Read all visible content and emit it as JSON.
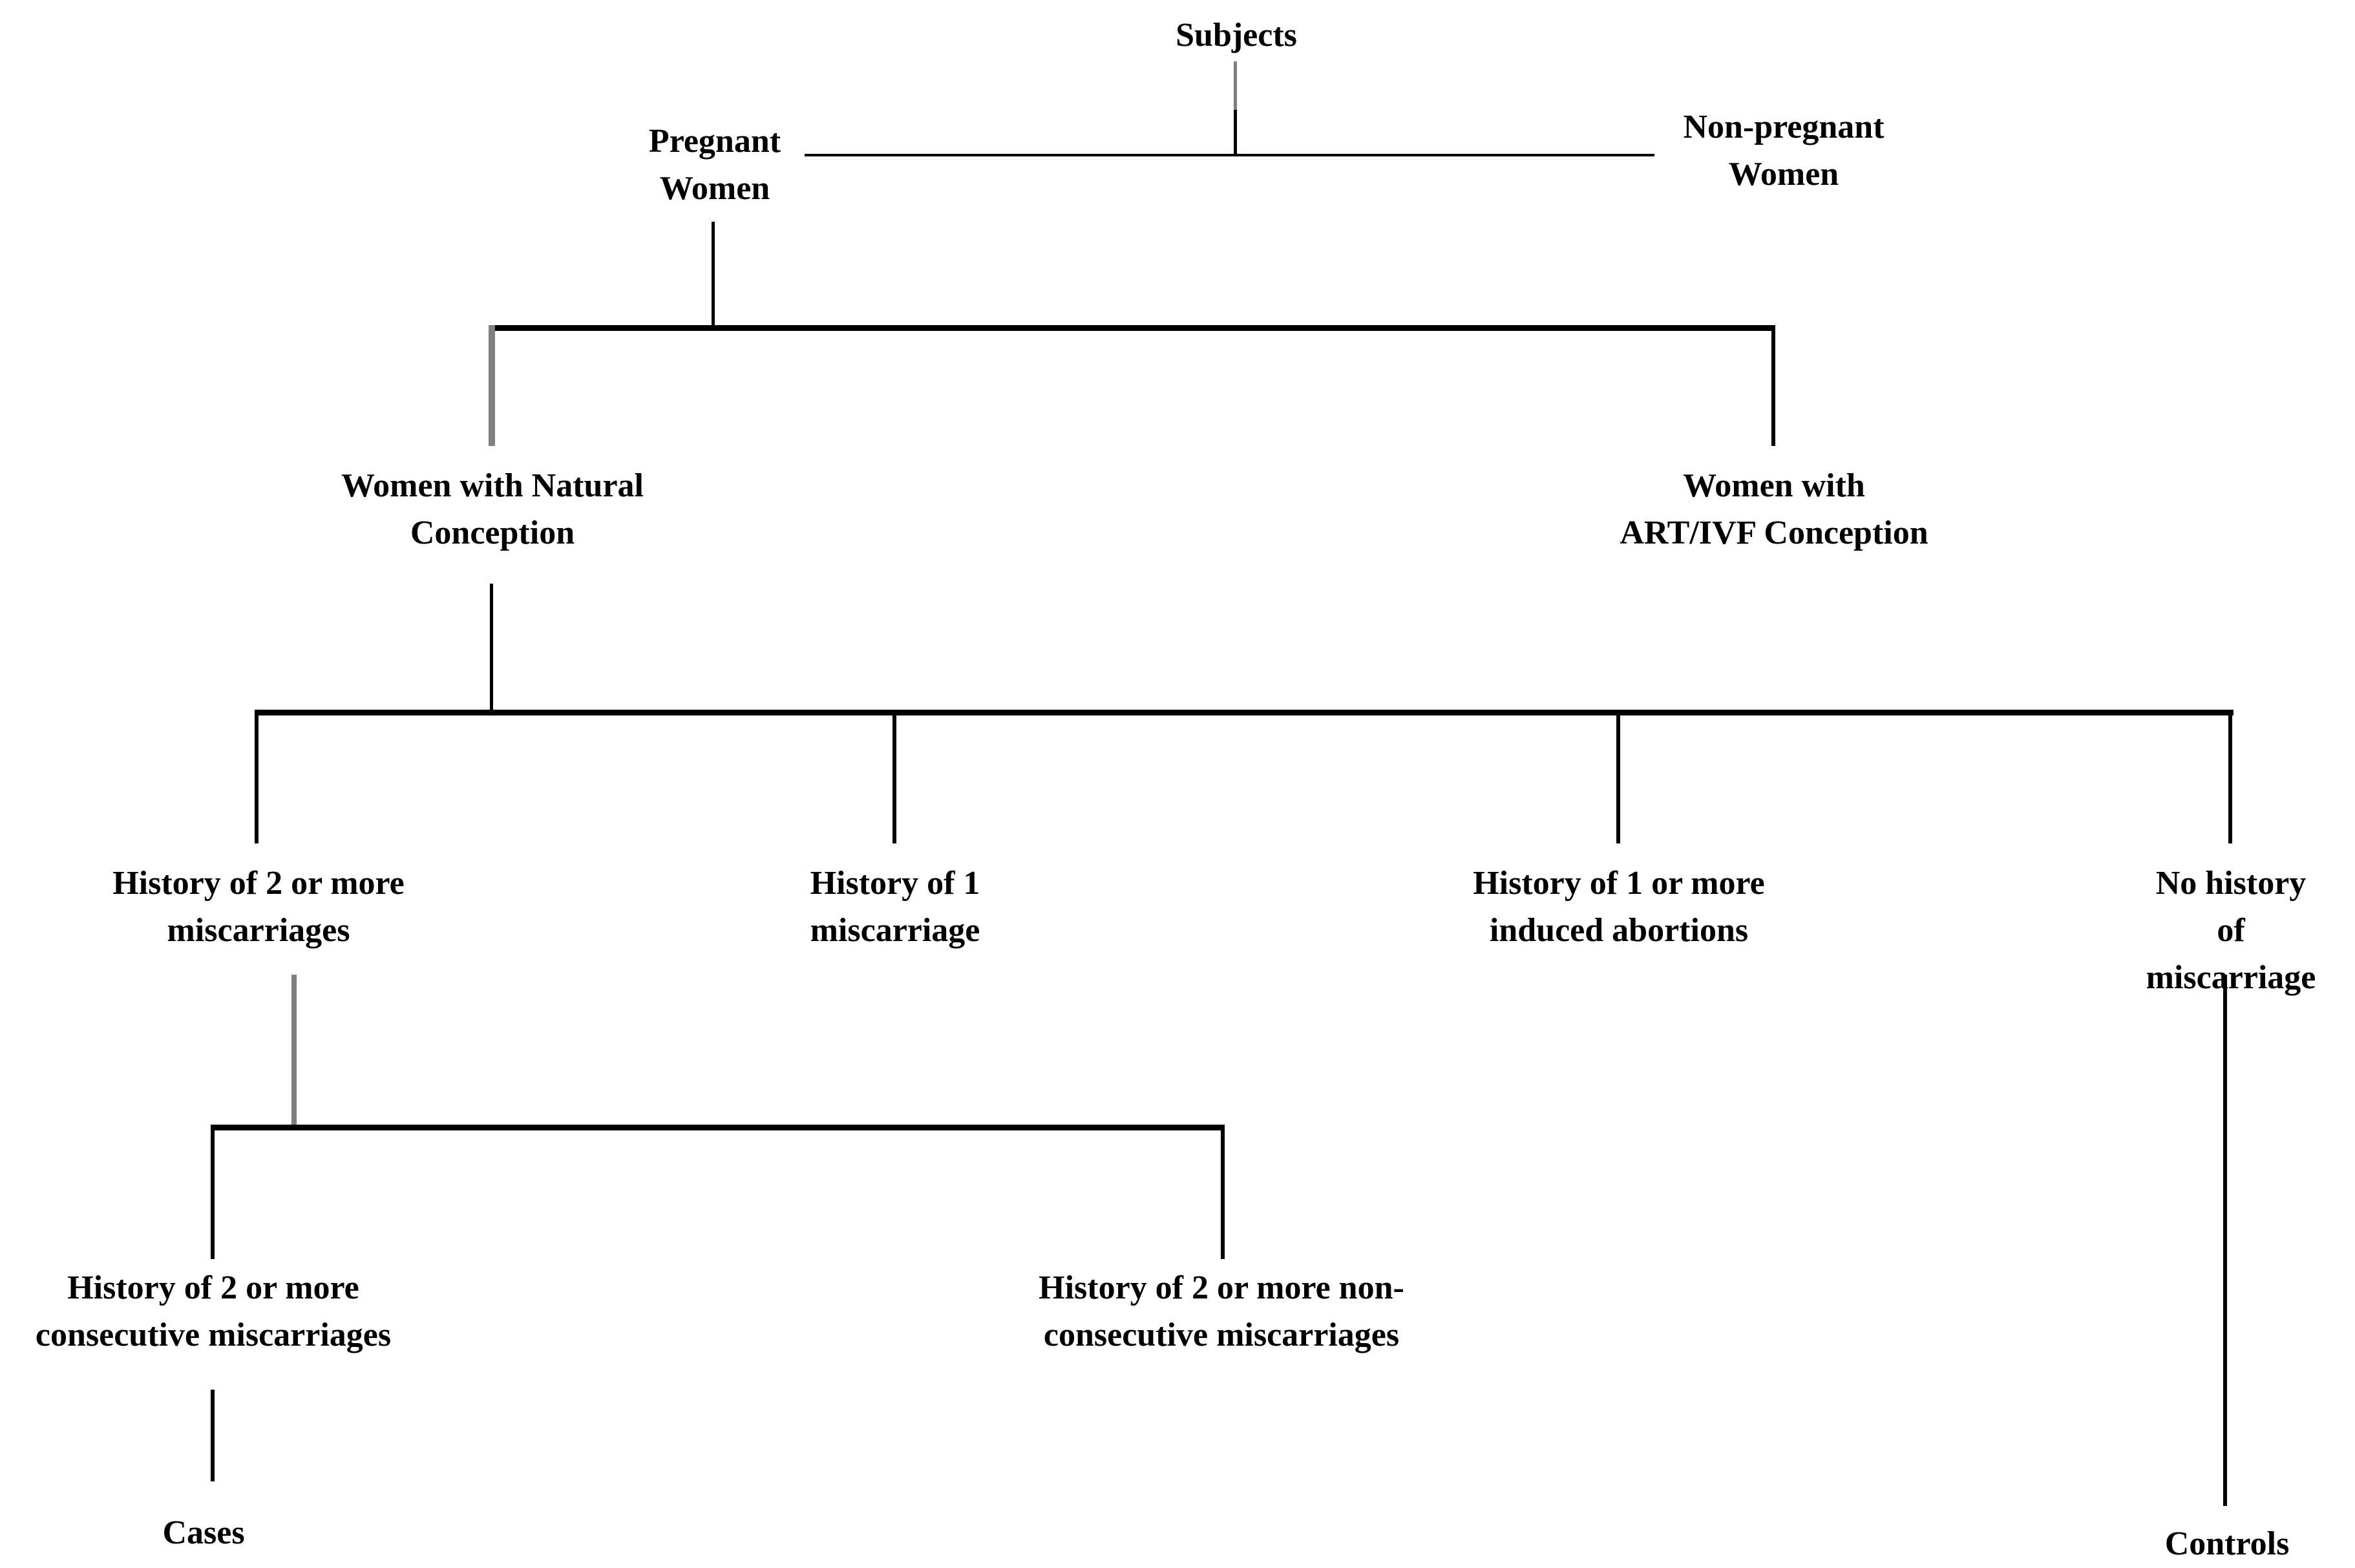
{
  "title": "Study subject selection flowchart",
  "colors": {
    "background": "#ffffff",
    "text": "#000000",
    "line": "#000000",
    "line_gray": "#7f7f7f"
  },
  "nodes": {
    "subjects": "Subjects",
    "pregnant_women": "Pregnant\nWomen",
    "non_pregnant_women": "Non-pregnant\nWomen",
    "natural_conception": "Women with Natural\nConception",
    "art_ivf_conception": "Women with\nART/IVF Conception",
    "history_2_or_more_miscarriages": "History of 2 or more\nmiscarriages",
    "history_1_miscarriage": "History of 1\nmiscarriage",
    "history_induced_abortions": "History of 1 or more\ninduced abortions",
    "no_history_miscarriage": "No history of\nmiscarriage",
    "consecutive_miscarriages": "History of 2 or more\nconsecutive miscarriages",
    "non_consecutive_miscarriages": "History of 2 or more non-\nconsecutive miscarriages",
    "cases": "Cases",
    "controls": "Controls"
  },
  "edges": [
    {
      "from": "Subjects",
      "to": "Pregnant Women"
    },
    {
      "from": "Subjects",
      "to": "Non-pregnant Women"
    },
    {
      "from": "Pregnant Women",
      "to": "Women with Natural Conception"
    },
    {
      "from": "Pregnant Women",
      "to": "Women with ART/IVF Conception"
    },
    {
      "from": "Women with Natural Conception",
      "to": "History of 2 or more miscarriages"
    },
    {
      "from": "Women with Natural Conception",
      "to": "History of 1 miscarriage"
    },
    {
      "from": "Women with Natural Conception",
      "to": "History of 1 or more induced abortions"
    },
    {
      "from": "Women with Natural Conception",
      "to": "No history of miscarriage"
    },
    {
      "from": "History of 2 or more miscarriages",
      "to": "History of 2 or more consecutive miscarriages"
    },
    {
      "from": "History of 2 or more miscarriages",
      "to": "History of 2 or more non-consecutive miscarriages"
    },
    {
      "from": "History of 2 or more consecutive miscarriages",
      "to": "Cases"
    },
    {
      "from": "No history of miscarriage",
      "to": "Controls"
    }
  ]
}
